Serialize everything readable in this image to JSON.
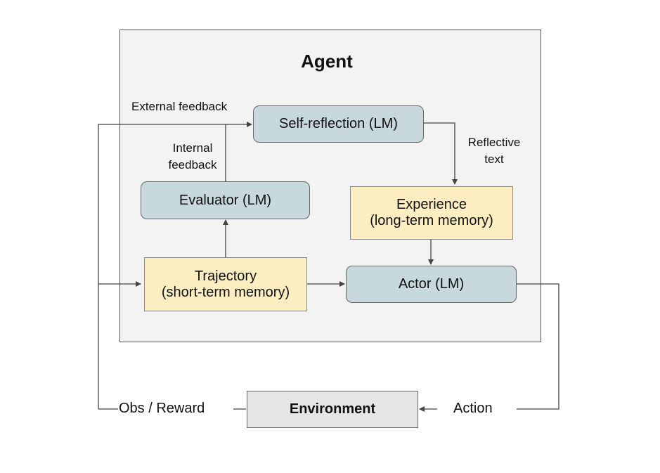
{
  "agent": {
    "title": "Agent"
  },
  "nodes": {
    "self_reflection": {
      "label": "Self-reflection (LM)"
    },
    "evaluator": {
      "label": "Evaluator (LM)"
    },
    "experience": {
      "title": "Experience",
      "subtitle": "(long-term memory)"
    },
    "trajectory": {
      "title": "Trajectory",
      "subtitle": "(short-term memory)"
    },
    "actor": {
      "label": "Actor (LM)"
    },
    "environment": {
      "label": "Environment"
    }
  },
  "edges": {
    "external_feedback": "External feedback",
    "internal_feedback_1": "Internal",
    "internal_feedback_2": "feedback",
    "reflective_text_1": "Reflective",
    "reflective_text_2": "text",
    "obs_reward": "Obs / Reward",
    "action": "Action"
  },
  "colors": {
    "lm_node": "#c8d9de",
    "memory_node": "#fdeec2",
    "environment_node": "#e6e6e6",
    "agent_panel": "#f3f3f3"
  }
}
